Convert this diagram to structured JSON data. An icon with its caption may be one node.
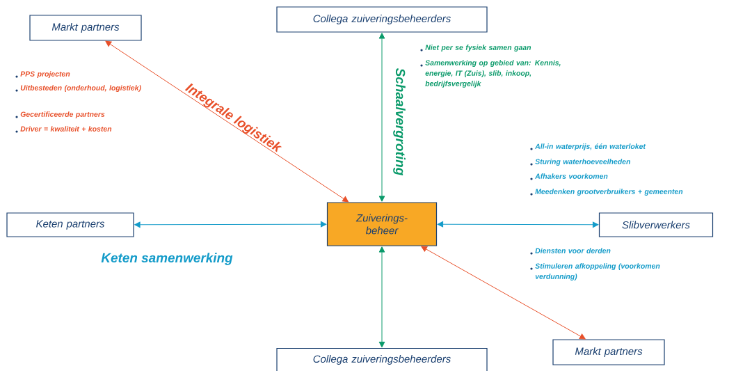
{
  "diagram": {
    "nodes": [
      {
        "text": [
          "Markt partners"
        ]
      },
      {
        "text": [
          "Collega zuiveringsbeheerders"
        ]
      },
      {
        "text": [
          "Zuiverings- beheer"
        ]
      },
      {
        "text": [
          "Keten partners"
        ]
      },
      {
        "text": [
          "Slibverwerkers"
        ]
      },
      {
        "text": [
          "Collega zuiveringsbeheerders"
        ]
      },
      {
        "text": [
          "Markt partners"
        ]
      }
    ],
    "edges": [
      {
        "from": 0,
        "to": 2,
        "arrow": "both",
        "label": "Integrale logistiek",
        "color": "#e8502a"
      },
      {
        "from": 1,
        "to": 2,
        "arrow": "both",
        "label": "Schaalvergroting",
        "color": "#0a9a6a"
      },
      {
        "from": 3,
        "to": 2,
        "arrow": "both",
        "label": "Keten samenwerking",
        "color": "#139bc9"
      },
      {
        "from": 2,
        "to": 4,
        "arrow": "both",
        "color": "#139bc9"
      },
      {
        "from": 2,
        "to": 5,
        "arrow": "both",
        "color": "#0a9a6a"
      },
      {
        "from": 2,
        "to": 6,
        "arrow": "both",
        "color": "#e8502a"
      }
    ],
    "labels": [
      "PPS projecten",
      "Uitbesteden (onderhoud, logistiek)",
      "Gecertificeerde partners",
      "Driver = kwaliteit + kosten",
      "Niet per se fysiek samen gaan",
      "Samenwerking op gebied van: Kennis, energie, IT (Zuis), slib, inkoop, bedrijfsvergelijk",
      "All-in waterprijs, één waterloket",
      "Sturing waterhoeveelheden",
      "Afhakers voorkomen",
      "Meedenken grootverbruikers + gemeenten",
      "Diensten voor derden",
      "Stimuleren afkoppeling (voorkomen verdunning)"
    ]
  }
}
